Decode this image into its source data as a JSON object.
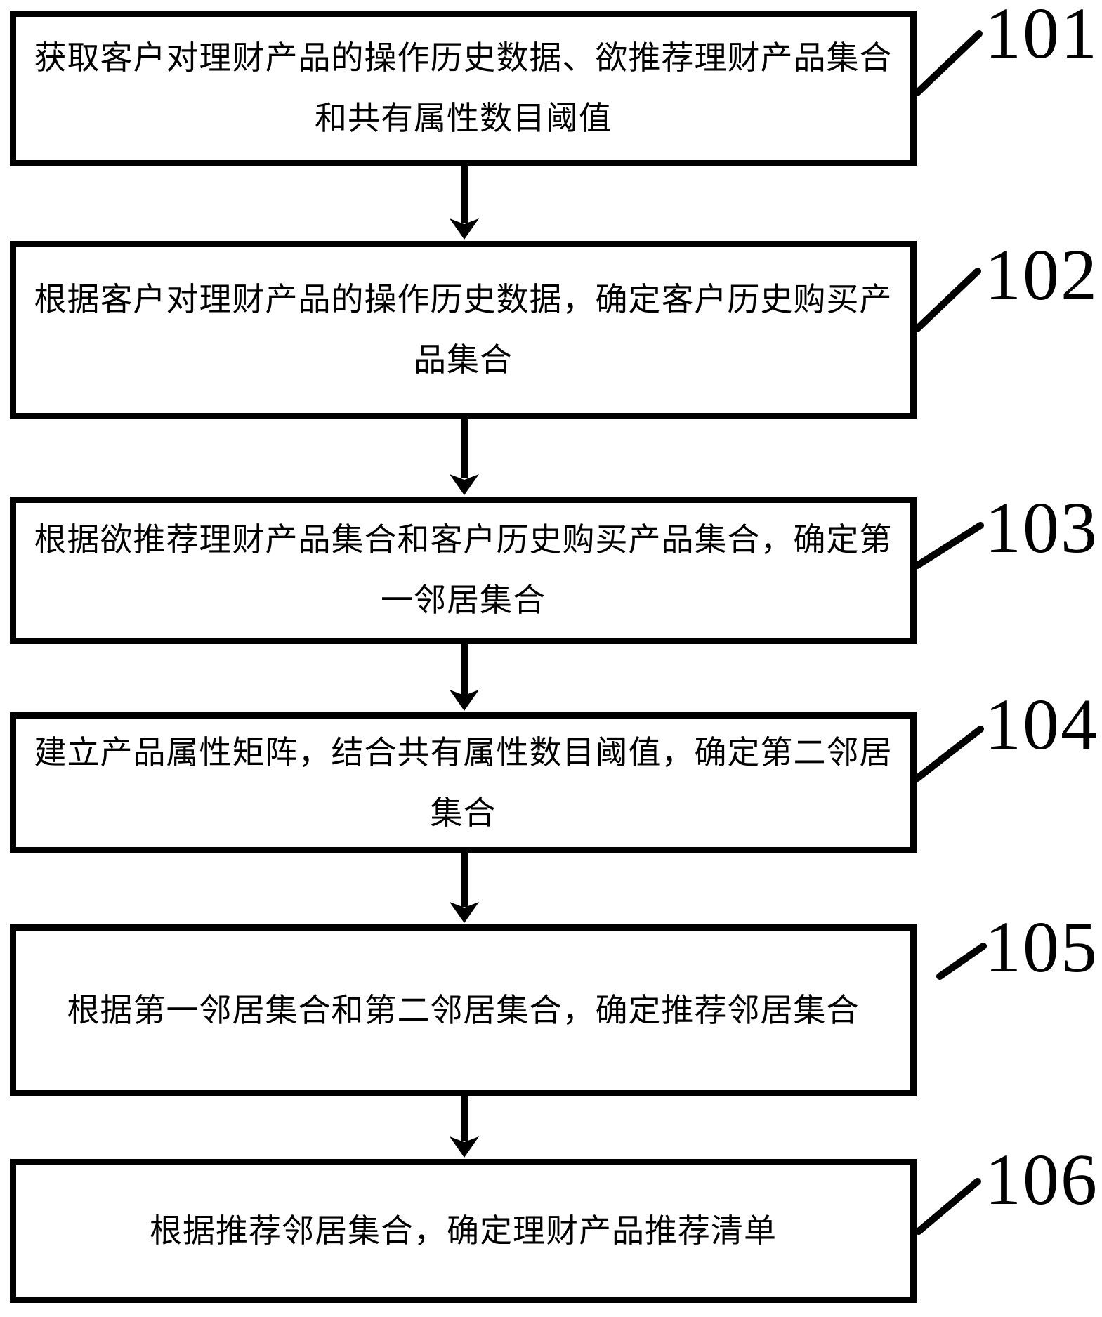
{
  "figure": {
    "type": "flowchart",
    "colors": {
      "ink": "#000000",
      "background": "#ffffff"
    },
    "steps": [
      {
        "label": "101",
        "lines": [
          "获取客户对理财产品的操作历史数据、欲推荐理财产品集合",
          "和共有属性数目阈值"
        ]
      },
      {
        "label": "102",
        "lines": [
          "根据客户对理财产品的操作历史数据，确定客户历史购买产",
          "品集合"
        ]
      },
      {
        "label": "103",
        "lines": [
          "根据欲推荐理财产品集合和客户历史购买产品集合，确定第",
          "一邻居集合"
        ]
      },
      {
        "label": "104",
        "lines": [
          "建立产品属性矩阵，结合共有属性数目阈值，确定第二邻居",
          "集合"
        ]
      },
      {
        "label": "105",
        "lines": [
          "根据第一邻居集合和第二邻居集合，确定推荐邻居集合"
        ]
      },
      {
        "label": "106",
        "lines": [
          "根据推荐邻居集合，确定理财产品推荐清单"
        ]
      }
    ]
  }
}
